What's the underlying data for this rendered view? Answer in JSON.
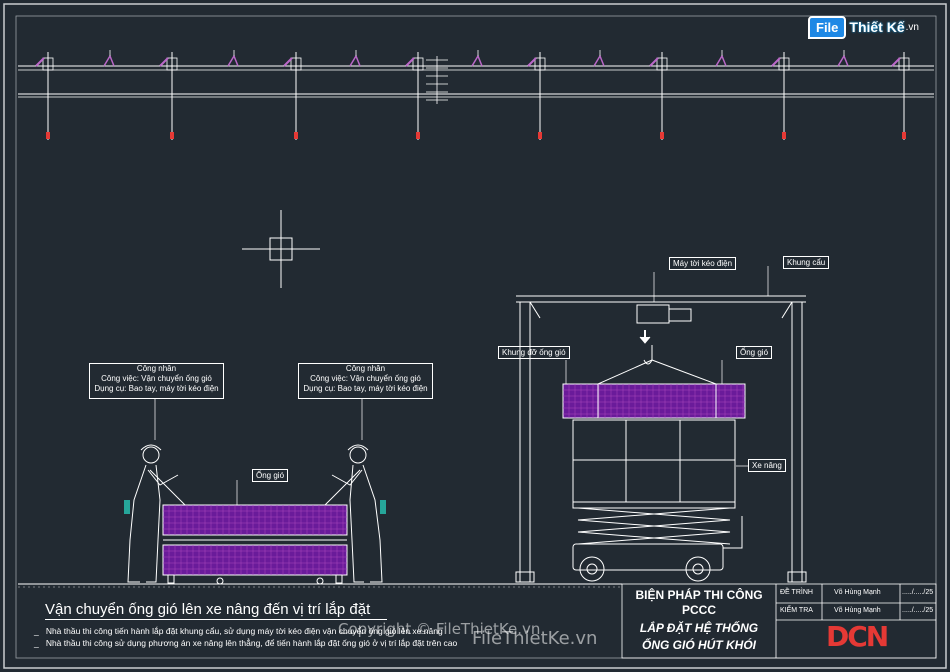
{
  "logo": {
    "brand": "File",
    "name": "Thiết Kế",
    "domain": ".vn"
  },
  "notes": [
    {
      "title": "Công nhân",
      "line1": "Công việc: Vận chuyển ống gió",
      "line2": "Dụng cụ: Bao tay, máy tời kéo điện"
    },
    {
      "title": "Công nhân",
      "line1": "Công việc: Vận chuyển ống gió",
      "line2": "Dụng cụ: Bao tay, máy tời kéo điện"
    }
  ],
  "callouts": {
    "ong_gio_left": "Ống gió",
    "may_toi": "Máy tời kéo điện",
    "khung_cau": "Khung cẩu",
    "khung_do": "Khung đỡ ống gió",
    "ong_gio_right": "Ống gió",
    "xe_nang": "Xe nâng"
  },
  "caption": {
    "title": "Vận chuyển ống gió lên xe nâng đến vị trí lắp đặt",
    "bullets": [
      "Nhà thầu thi công tiến hành lắp đặt khung cẩu, sử dụng máy tời kéo điện vận chuyển ống gió lên xe nâng",
      "Nhà thầu thi công sử dụng phương án xe nâng lên thẳng, để tiến hành lắp đặt ống gió ở vị trí lắp đặt trên cao"
    ]
  },
  "title_block": {
    "title1": "BIỆN PHÁP THI CÔNG",
    "title2": "PCCC",
    "sub1": "LẮP ĐẶT HỆ THỐNG",
    "sub2": "ỐNG GIÓ HÚT KHÓI",
    "rows": [
      {
        "role": "ĐỀ TRÌNH",
        "name": "Võ Hùng Mạnh",
        "date": "...../...../25"
      },
      {
        "role": "KIỂM TRA",
        "name": "Võ Hùng Mạnh",
        "date": "...../...../25"
      }
    ],
    "company": "DCN"
  },
  "watermarks": [
    "Copyright © FileThietKe.vn",
    "FileThietKe.vn"
  ],
  "colors": {
    "background": "#222a32",
    "duct": "#7b1fa2",
    "accent": "#e53935",
    "line": "#ffffff"
  }
}
